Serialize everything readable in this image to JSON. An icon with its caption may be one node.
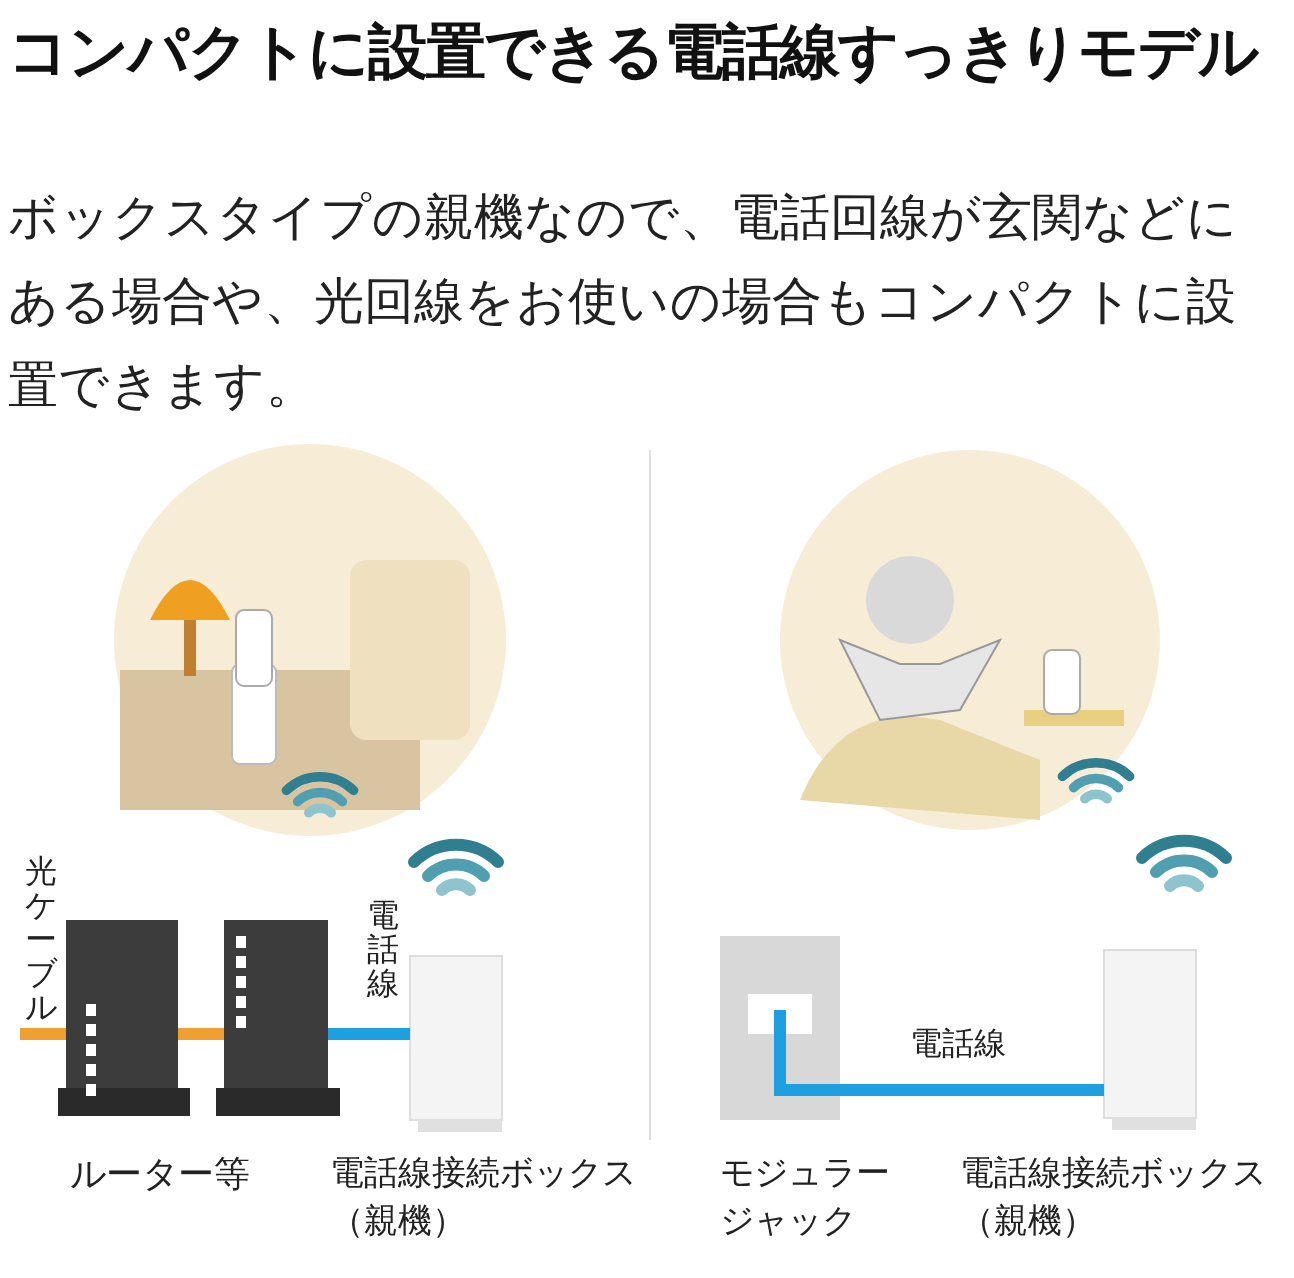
{
  "diagram": {
    "title": "コンパクトに設置できる電話線すっきりモデル",
    "nodes": [
      {
        "text": [],
        "shape": "picture"
      },
      {
        "text": [],
        "shape": "picture"
      },
      {
        "text": [],
        "shape": "box",
        "beside": [
          "電話線接続ボックス（親機）"
        ]
      },
      {
        "text": [],
        "shape": "picture",
        "beside": [
          "モジュラージャック"
        ]
      },
      {
        "text": [],
        "shape": "box",
        "beside": [
          "電話線接続ボックス（親機）"
        ]
      }
    ],
    "edges": [
      {
        "from": null,
        "to": 0,
        "arrow": "none",
        "label": "光ケーブル",
        "color": "#f0a030"
      },
      {
        "from": 0,
        "to": 1,
        "arrow": "none",
        "color": "#f0a030"
      },
      {
        "from": 1,
        "to": 2,
        "arrow": "none",
        "label": "電話線",
        "color": "#1ea0e0"
      },
      {
        "from": 3,
        "to": 4,
        "arrow": "none",
        "label": "電話線",
        "color": "#1ea0e0"
      }
    ],
    "labels": [
      "ボックスタイプの親機なので、電話回線が玄関などにある場合や、光回線をお使いの場合もコンパクトに設置できます。",
      "ルーター等"
    ]
  }
}
